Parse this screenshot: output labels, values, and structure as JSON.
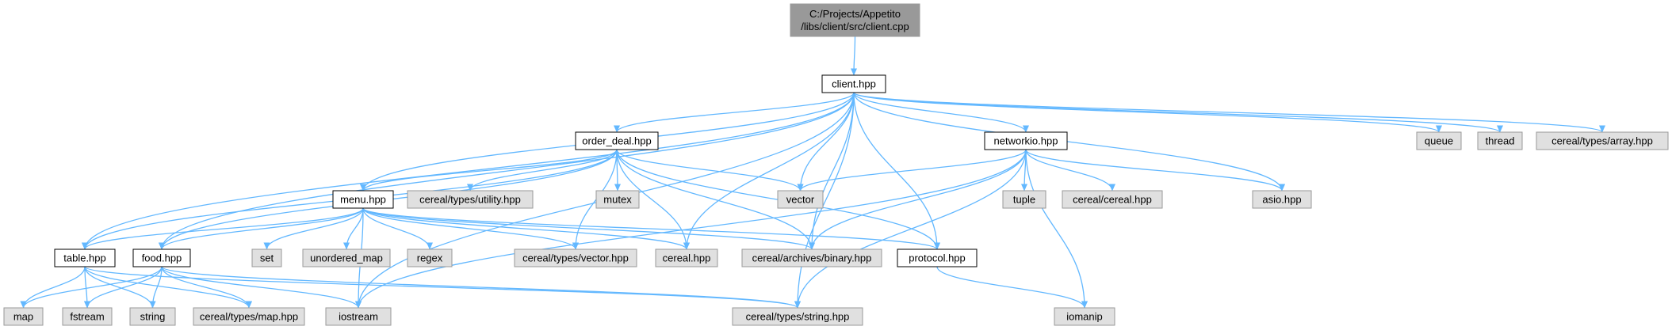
{
  "colors": {
    "root_fill": "#999999",
    "local_fill": "#ffffff",
    "system_fill": "#e0e0e0",
    "edge": "#63b8ff",
    "border_local": "#000000",
    "border_system": "#999999"
  },
  "nodes": {
    "root": {
      "lines": [
        "C:/Projects/Appetito",
        "/libs/client/src/client.cpp"
      ],
      "kind": "root"
    },
    "client_hpp": {
      "lines": [
        "client.hpp"
      ],
      "kind": "local"
    },
    "order_deal_hpp": {
      "lines": [
        "order_deal.hpp"
      ],
      "kind": "local"
    },
    "networkio_hpp": {
      "lines": [
        "networkio.hpp"
      ],
      "kind": "local"
    },
    "queue": {
      "lines": [
        "queue"
      ],
      "kind": "system"
    },
    "thread": {
      "lines": [
        "thread"
      ],
      "kind": "system"
    },
    "cereal_types_array": {
      "lines": [
        "cereal/types/array.hpp"
      ],
      "kind": "system"
    },
    "menu_hpp": {
      "lines": [
        "menu.hpp"
      ],
      "kind": "local"
    },
    "cereal_types_utility": {
      "lines": [
        "cereal/types/utility.hpp"
      ],
      "kind": "system"
    },
    "mutex": {
      "lines": [
        "mutex"
      ],
      "kind": "system"
    },
    "vector": {
      "lines": [
        "vector"
      ],
      "kind": "system"
    },
    "tuple": {
      "lines": [
        "tuple"
      ],
      "kind": "system"
    },
    "cereal_cereal": {
      "lines": [
        "cereal/cereal.hpp"
      ],
      "kind": "system"
    },
    "asio_hpp": {
      "lines": [
        "asio.hpp"
      ],
      "kind": "system"
    },
    "table_hpp": {
      "lines": [
        "table.hpp"
      ],
      "kind": "local"
    },
    "food_hpp": {
      "lines": [
        "food.hpp"
      ],
      "kind": "local"
    },
    "set": {
      "lines": [
        "set"
      ],
      "kind": "system"
    },
    "unordered_map": {
      "lines": [
        "unordered_map"
      ],
      "kind": "system"
    },
    "regex": {
      "lines": [
        "regex"
      ],
      "kind": "system"
    },
    "cereal_types_vector": {
      "lines": [
        "cereal/types/vector.hpp"
      ],
      "kind": "system"
    },
    "cereal_hpp": {
      "lines": [
        "cereal.hpp"
      ],
      "kind": "system"
    },
    "cereal_archives_binary": {
      "lines": [
        "cereal/archives/binary.hpp"
      ],
      "kind": "system"
    },
    "protocol_hpp": {
      "lines": [
        "protocol.hpp"
      ],
      "kind": "local"
    },
    "map": {
      "lines": [
        "map"
      ],
      "kind": "system"
    },
    "fstream": {
      "lines": [
        "fstream"
      ],
      "kind": "system"
    },
    "string": {
      "lines": [
        "string"
      ],
      "kind": "system"
    },
    "cereal_types_map": {
      "lines": [
        "cereal/types/map.hpp"
      ],
      "kind": "system"
    },
    "iostream": {
      "lines": [
        "iostream"
      ],
      "kind": "system"
    },
    "cereal_types_string": {
      "lines": [
        "cereal/types/string.hpp"
      ],
      "kind": "system"
    },
    "iomanip": {
      "lines": [
        "iomanip"
      ],
      "kind": "system"
    }
  },
  "edges": [
    [
      "root",
      "client_hpp"
    ],
    [
      "client_hpp",
      "order_deal_hpp"
    ],
    [
      "client_hpp",
      "networkio_hpp"
    ],
    [
      "client_hpp",
      "queue"
    ],
    [
      "client_hpp",
      "thread"
    ],
    [
      "client_hpp",
      "cereal_types_array"
    ],
    [
      "client_hpp",
      "menu_hpp"
    ],
    [
      "client_hpp",
      "vector"
    ],
    [
      "client_hpp",
      "asio_hpp"
    ],
    [
      "client_hpp",
      "table_hpp"
    ],
    [
      "client_hpp",
      "food_hpp"
    ],
    [
      "client_hpp",
      "cereal_hpp"
    ],
    [
      "client_hpp",
      "cereal_archives_binary"
    ],
    [
      "client_hpp",
      "protocol_hpp"
    ],
    [
      "client_hpp",
      "cereal_types_string"
    ],
    [
      "client_hpp",
      "iostream"
    ],
    [
      "order_deal_hpp",
      "menu_hpp"
    ],
    [
      "order_deal_hpp",
      "cereal_types_utility"
    ],
    [
      "order_deal_hpp",
      "mutex"
    ],
    [
      "order_deal_hpp",
      "vector"
    ],
    [
      "order_deal_hpp",
      "table_hpp"
    ],
    [
      "order_deal_hpp",
      "food_hpp"
    ],
    [
      "order_deal_hpp",
      "cereal_types_vector"
    ],
    [
      "order_deal_hpp",
      "cereal_hpp"
    ],
    [
      "order_deal_hpp",
      "cereal_archives_binary"
    ],
    [
      "order_deal_hpp",
      "protocol_hpp"
    ],
    [
      "networkio_hpp",
      "vector"
    ],
    [
      "networkio_hpp",
      "tuple"
    ],
    [
      "networkio_hpp",
      "cereal_cereal"
    ],
    [
      "networkio_hpp",
      "asio_hpp"
    ],
    [
      "networkio_hpp",
      "cereal_archives_binary"
    ],
    [
      "networkio_hpp",
      "cereal_types_string"
    ],
    [
      "networkio_hpp",
      "iostream"
    ],
    [
      "networkio_hpp",
      "iomanip"
    ],
    [
      "menu_hpp",
      "table_hpp"
    ],
    [
      "menu_hpp",
      "food_hpp"
    ],
    [
      "menu_hpp",
      "set"
    ],
    [
      "menu_hpp",
      "unordered_map"
    ],
    [
      "menu_hpp",
      "regex"
    ],
    [
      "menu_hpp",
      "cereal_types_vector"
    ],
    [
      "menu_hpp",
      "cereal_hpp"
    ],
    [
      "menu_hpp",
      "cereal_archives_binary"
    ],
    [
      "menu_hpp",
      "protocol_hpp"
    ],
    [
      "menu_hpp",
      "iostream"
    ],
    [
      "table_hpp",
      "map"
    ],
    [
      "table_hpp",
      "fstream"
    ],
    [
      "table_hpp",
      "string"
    ],
    [
      "table_hpp",
      "cereal_types_map"
    ],
    [
      "table_hpp",
      "cereal_types_string"
    ],
    [
      "food_hpp",
      "map"
    ],
    [
      "food_hpp",
      "fstream"
    ],
    [
      "food_hpp",
      "string"
    ],
    [
      "food_hpp",
      "cereal_types_map"
    ],
    [
      "food_hpp",
      "iostream"
    ],
    [
      "food_hpp",
      "cereal_types_string"
    ],
    [
      "protocol_hpp",
      "iomanip"
    ]
  ]
}
